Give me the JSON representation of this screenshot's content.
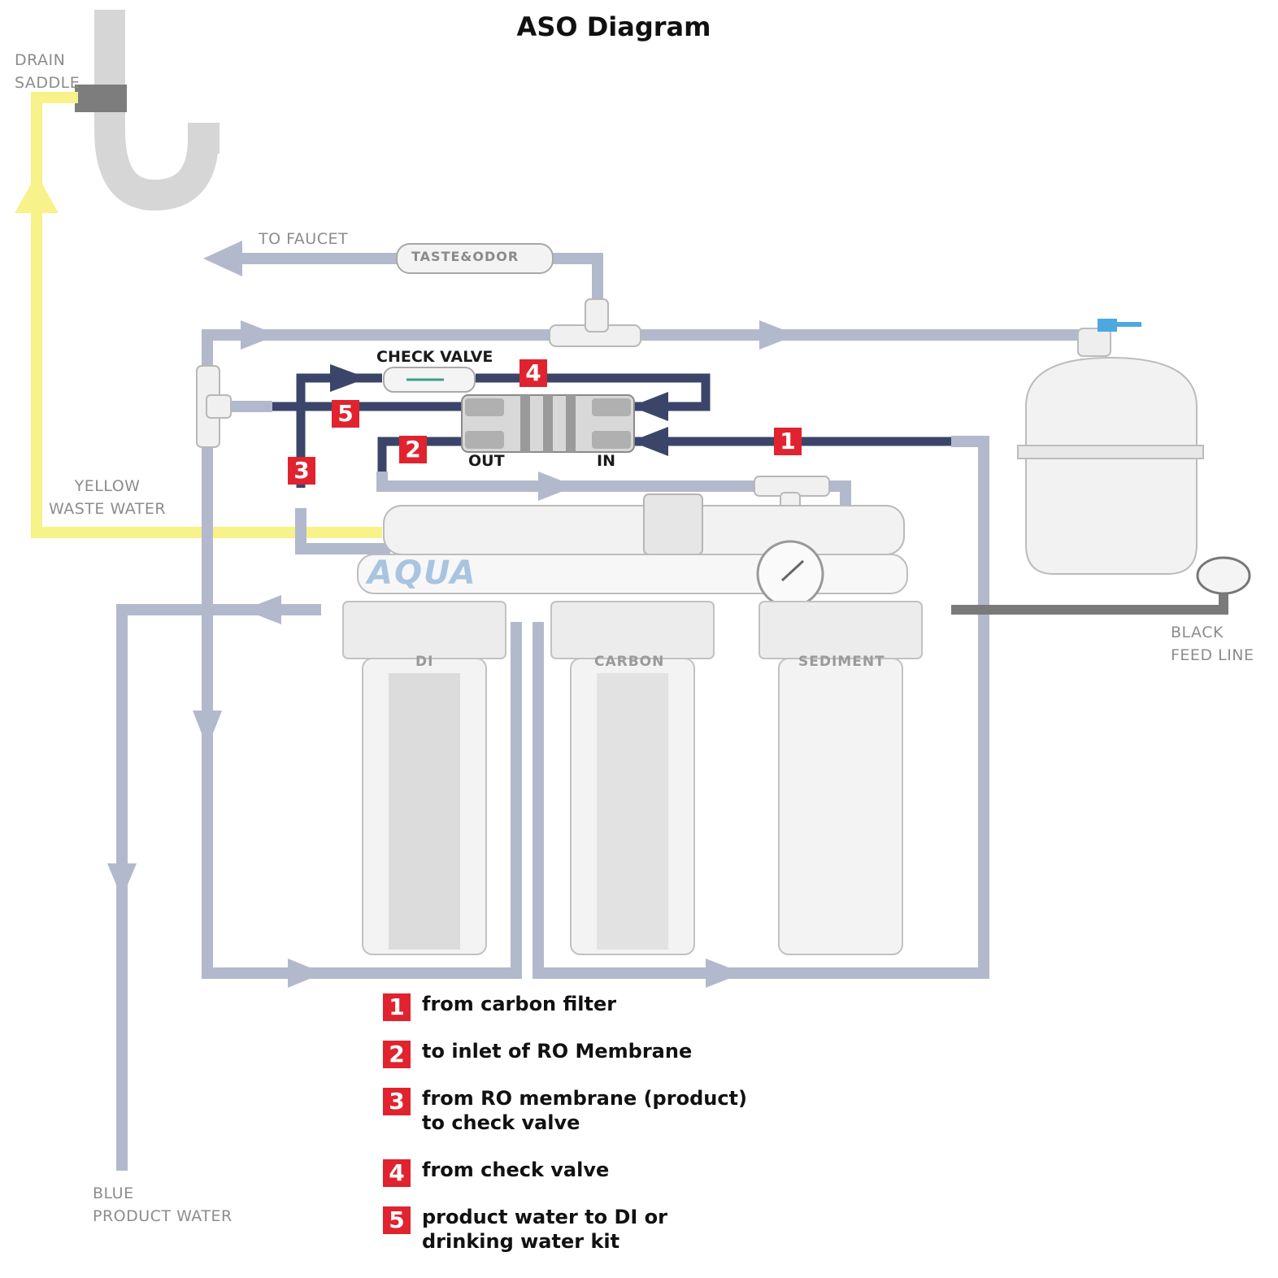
{
  "title": "ASO Diagram",
  "labels": {
    "drain_saddle": "DRAIN\nSADDLE",
    "to_faucet": "TO FAUCET",
    "taste_odor": "TASTE&ODOR",
    "check_valve": "CHECK VALVE",
    "yellow_waste": "YELLOW\nWASTE WATER",
    "out": "OUT",
    "in": "IN",
    "aqua": "AQUA",
    "black_feed": "BLACK\nFEED LINE",
    "blue_product": "BLUE\nPRODUCT WATER",
    "filter_di": "DI",
    "filter_carbon": "CARBON",
    "filter_sediment": "SEDIMENT"
  },
  "markers": [
    "1",
    "2",
    "3",
    "4",
    "5"
  ],
  "legend": [
    {
      "num": "1",
      "text": "from carbon filter"
    },
    {
      "num": "2",
      "text": "to inlet of RO Membrane"
    },
    {
      "num": "3",
      "text": "from RO membrane (product)\nto check valve"
    },
    {
      "num": "4",
      "text": "from check valve"
    },
    {
      "num": "5",
      "text": "product water to DI or\ndrinking water kit"
    }
  ],
  "colors": {
    "pipe_grey": "#b3b9cc",
    "pipe_dark": "#3a4569",
    "pipe_yellow": "#f7f28a",
    "marker_red": "#e0232e",
    "drain_grey": "#d4d4d4"
  }
}
